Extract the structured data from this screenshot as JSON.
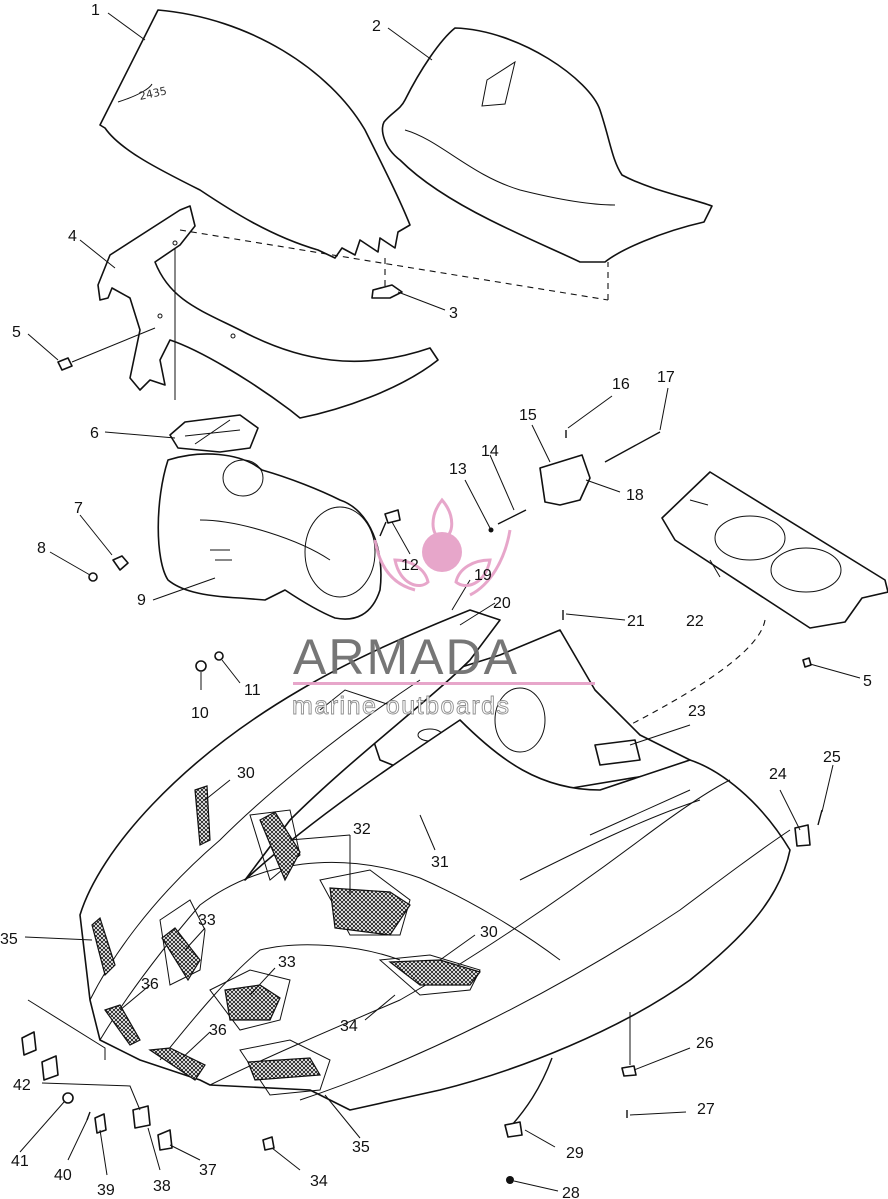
{
  "watermark": {
    "brand": "ARMADA",
    "tagline": "marine outboards",
    "accent_color": "#e6a2c8",
    "text_color": "#6f6f6f"
  },
  "callouts": [
    "1",
    "2",
    "3",
    "4",
    "5",
    "5",
    "6",
    "7",
    "8",
    "9",
    "10",
    "11",
    "12",
    "13",
    "14",
    "15",
    "16",
    "17",
    "18",
    "19",
    "20",
    "21",
    "22",
    "23",
    "24",
    "25",
    "26",
    "27",
    "28",
    "29",
    "30",
    "30",
    "31",
    "32",
    "33",
    "33",
    "34",
    "34",
    "35",
    "35",
    "36",
    "36",
    "37",
    "38",
    "39",
    "40",
    "41",
    "42"
  ]
}
